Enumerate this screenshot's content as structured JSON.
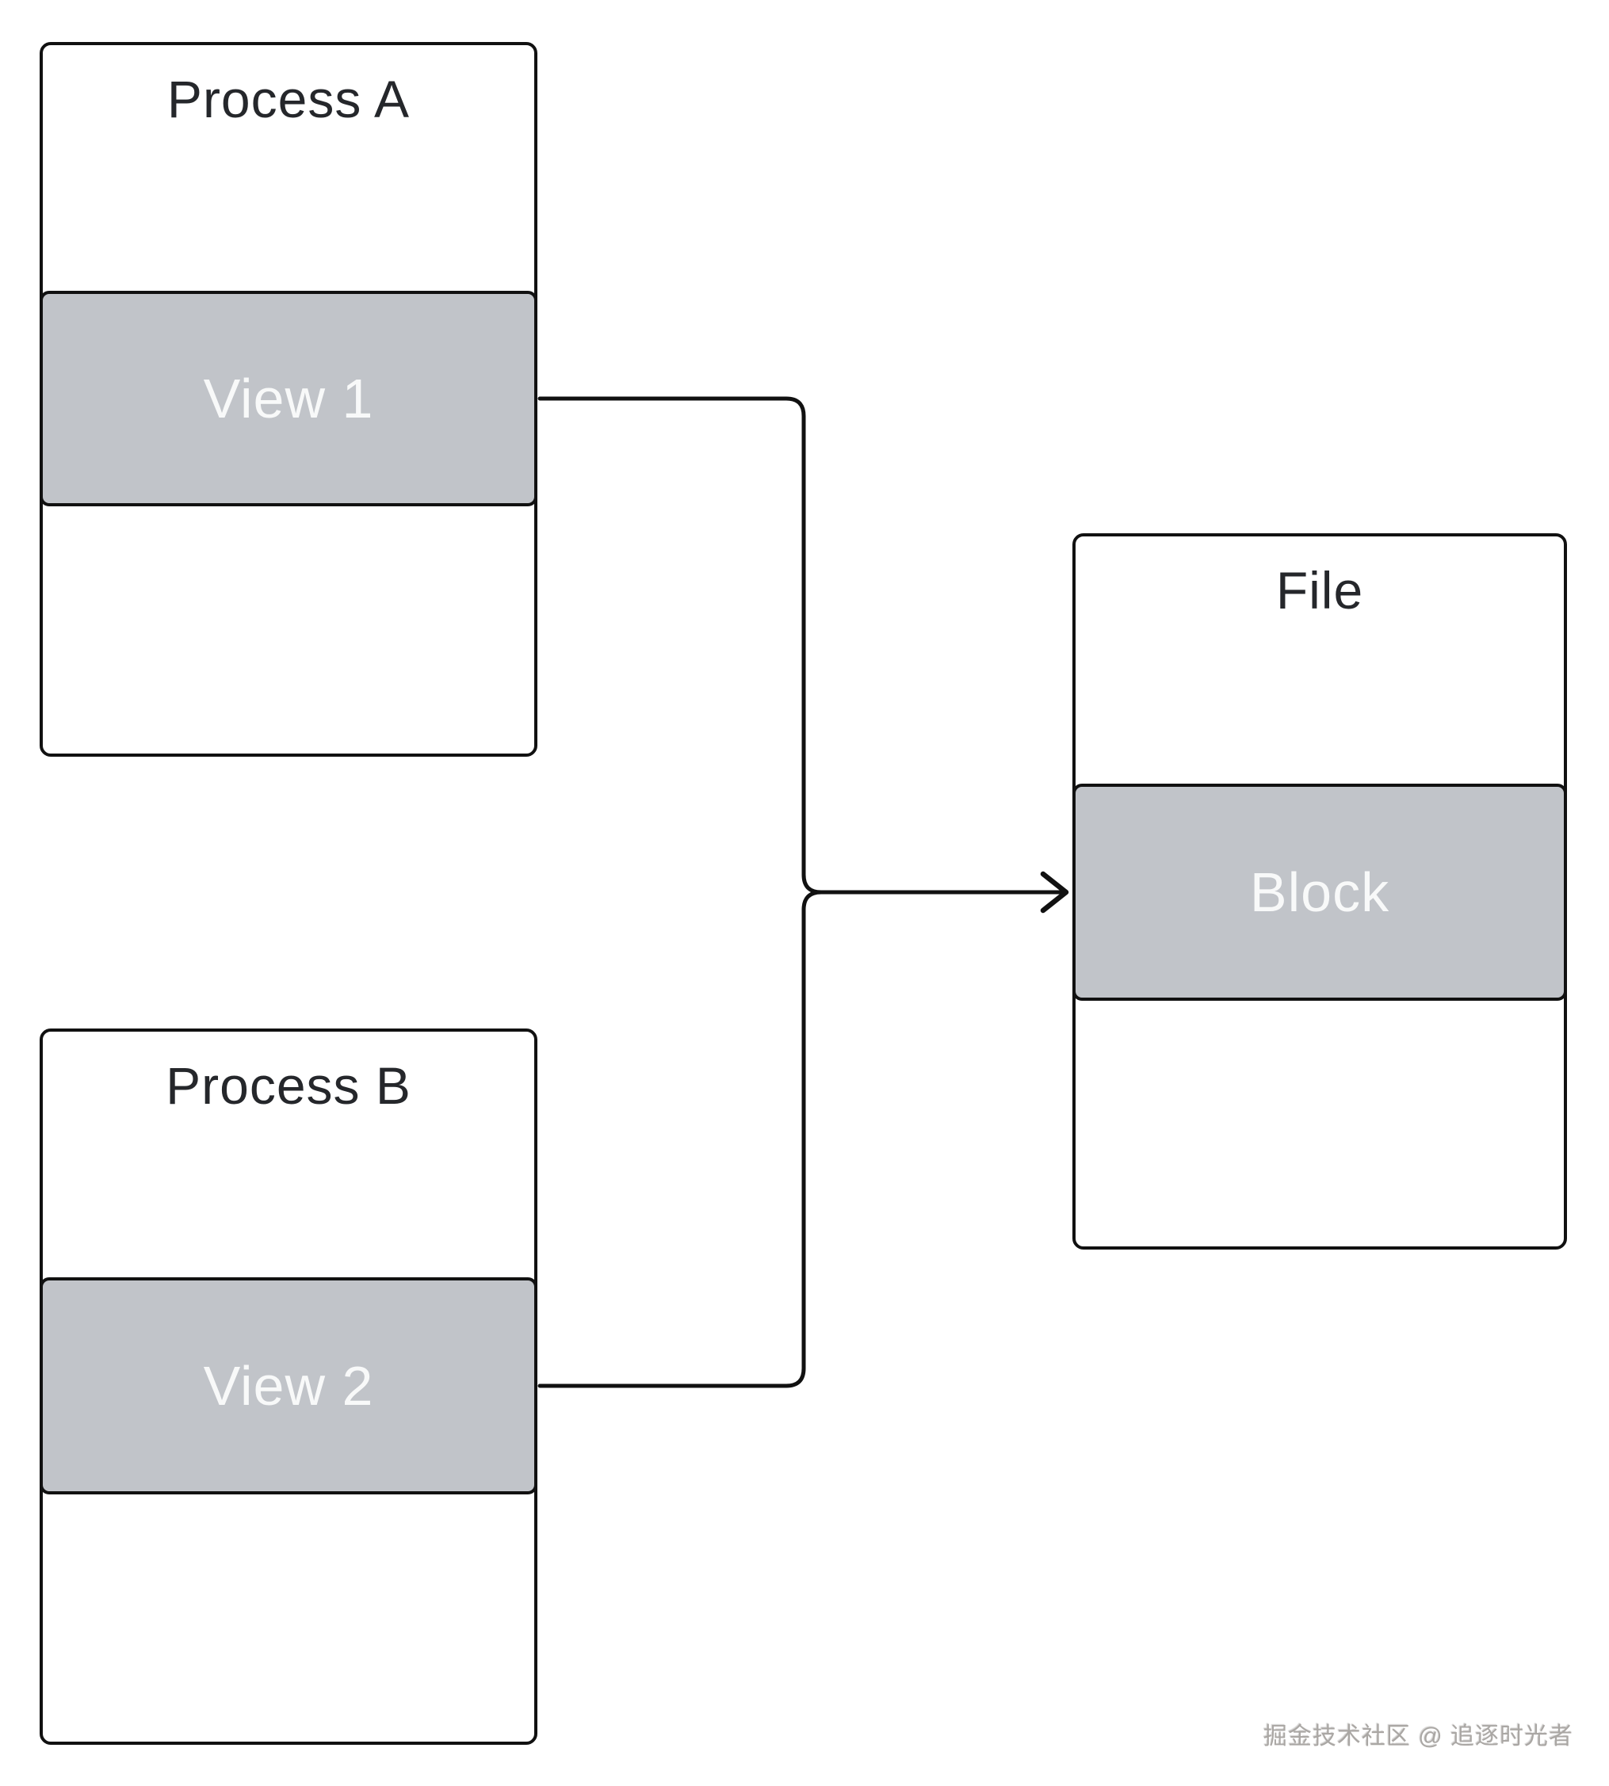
{
  "diagram": {
    "boxes": [
      {
        "id": "process-a",
        "title": "Process A",
        "band": {
          "label": "View 1"
        }
      },
      {
        "id": "process-b",
        "title": "Process B",
        "band": {
          "label": "View 2"
        }
      },
      {
        "id": "file",
        "title": "File",
        "band": {
          "label": "Block"
        }
      }
    ],
    "connections": [
      {
        "from": "View 1",
        "to": "Block"
      },
      {
        "from": "View 2",
        "to": "Block"
      }
    ],
    "watermark": "掘金技术社区 @ 追逐时光者",
    "colors": {
      "stroke": "#111111",
      "box_fill": "#ffffff",
      "band_fill": "#c1c4c9",
      "title_text": "#25272b",
      "band_text": "#f8f9f9",
      "watermark_text": "#aaa7a4",
      "canvas_bg": "#ffffff"
    }
  }
}
